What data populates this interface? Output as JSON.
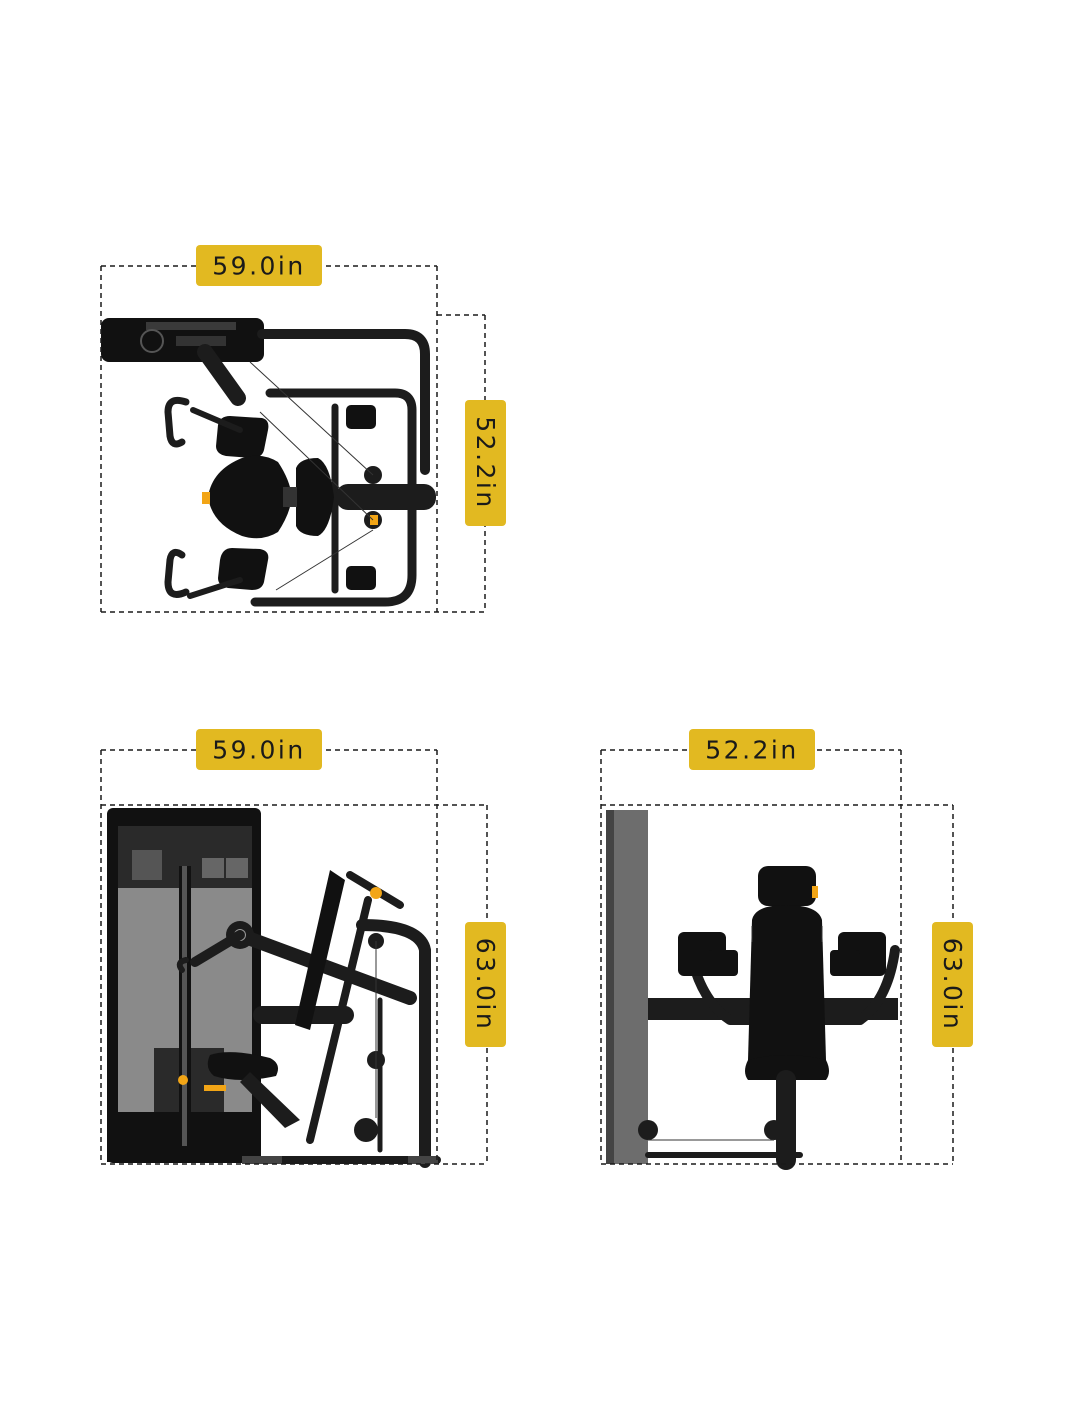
{
  "views": {
    "top": {
      "width_label": "59.0in",
      "depth_label": "52.2in"
    },
    "side": {
      "width_label": "59.0in",
      "height_label": "63.0in"
    },
    "front": {
      "width_label": "52.2in",
      "height_label": "63.0in"
    }
  },
  "colors": {
    "label_bg": "#e2b921",
    "machine": "#1c1c1c",
    "stack_panel": "#8a8a8a",
    "accent": "#f2a516"
  }
}
